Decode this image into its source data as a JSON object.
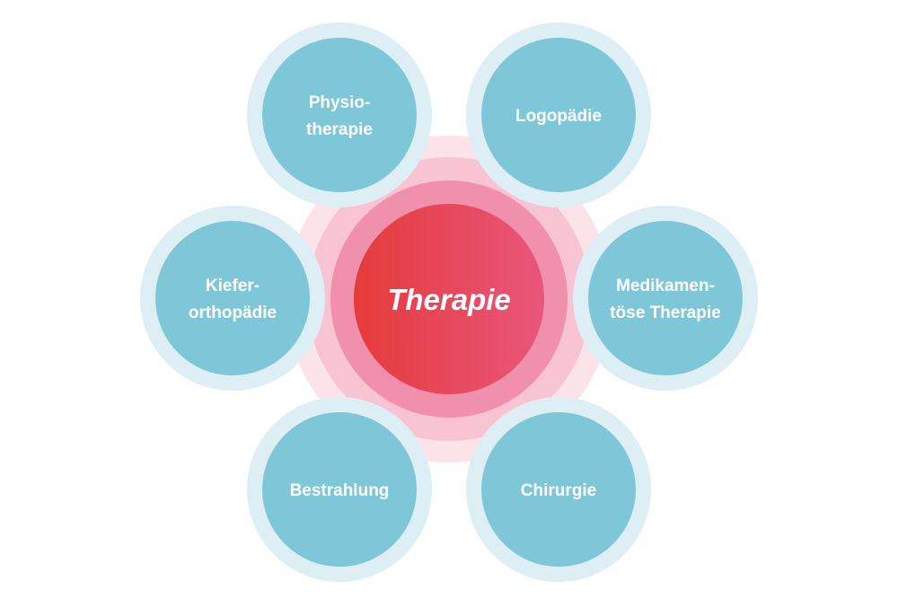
{
  "center": {
    "label": "Therapie"
  },
  "satellites": [
    {
      "id": "physiotherapie",
      "lines": [
        "Physio-",
        "therapie"
      ]
    },
    {
      "id": "logopaedie",
      "lines": [
        "Logopädie"
      ]
    },
    {
      "id": "medikamentoese-therapie",
      "lines": [
        "Medikamen-",
        "töse Therapie"
      ]
    },
    {
      "id": "chirurgie",
      "lines": [
        "Chirurgie"
      ]
    },
    {
      "id": "bestrahlung",
      "lines": [
        "Bestrahlung"
      ]
    },
    {
      "id": "kieferorthopaedie",
      "lines": [
        "Kiefer-",
        "orthopädie"
      ]
    }
  ],
  "colors": {
    "satellite_fill": "#7dc7d9",
    "satellite_ring": "#ddeef4",
    "center_gradient_start": "#e63b3b",
    "center_gradient_end": "#e8567c",
    "center_ring_inner": "#f090ac",
    "center_ring_mid": "#f8c4d3",
    "center_ring_outer": "#fce3ea"
  }
}
